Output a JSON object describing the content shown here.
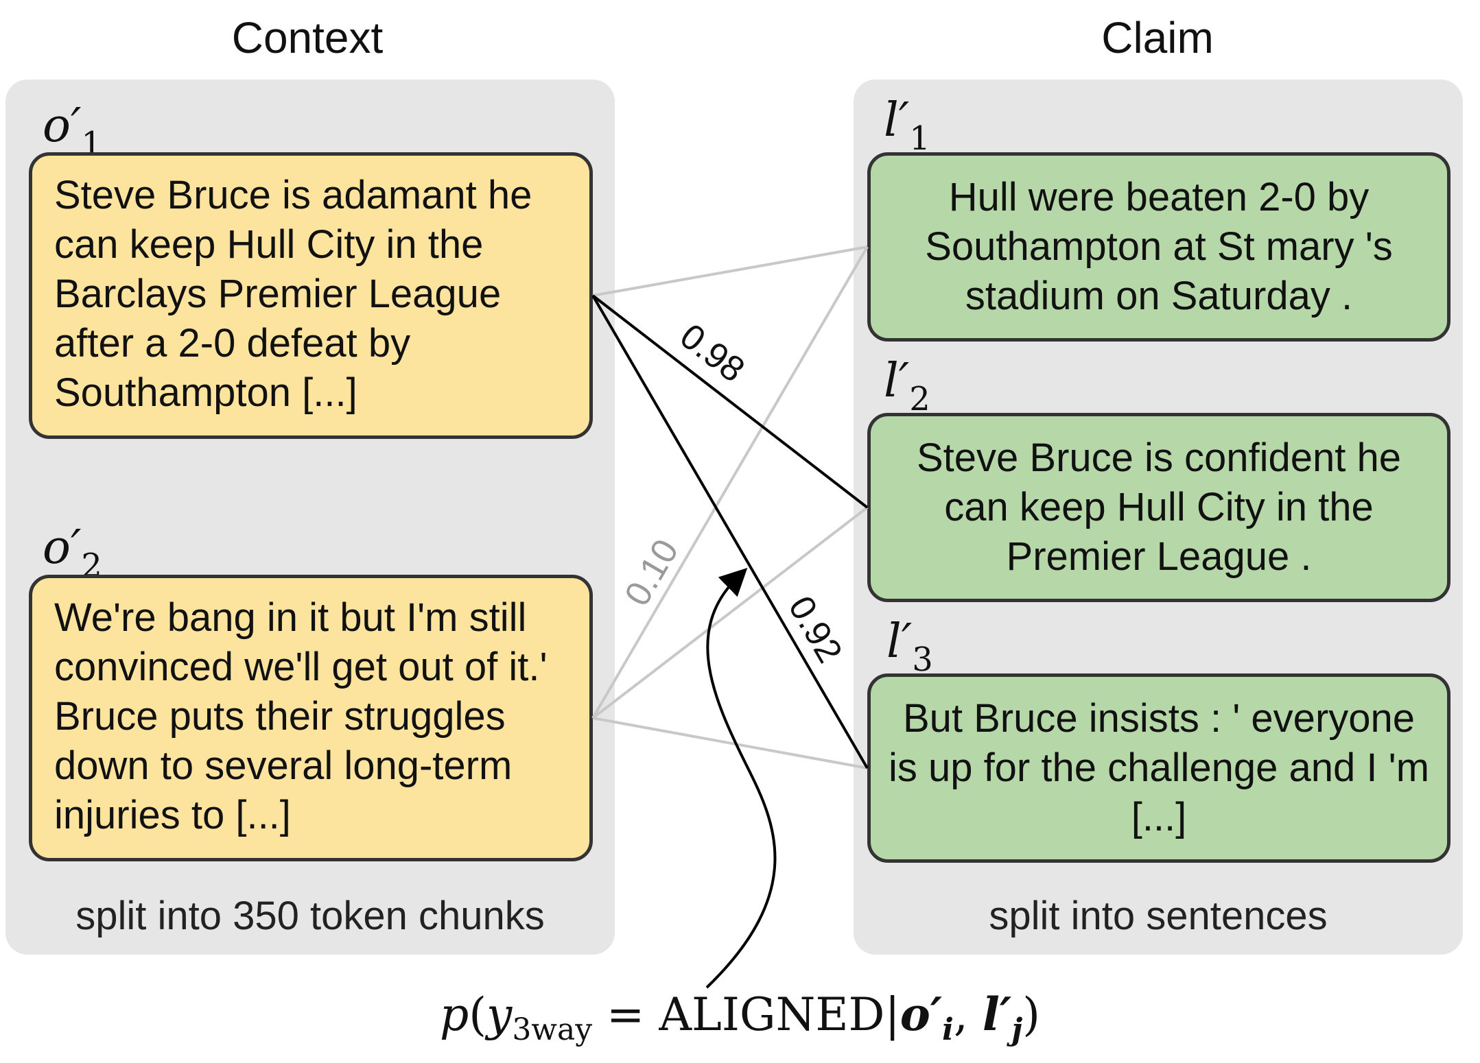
{
  "context": {
    "title": "Context",
    "footer": "split into 350 token chunks",
    "chunks": [
      {
        "label": "o′",
        "index": "1",
        "text": "Steve Bruce is adamant he can keep Hull City in the Barclays Premier League after a 2-0 defeat by Southampton [...]"
      },
      {
        "label": "o′",
        "index": "2",
        "text": "We're bang in it but I'm still convinced we'll get out of it.' Bruce puts their struggles down to several long-term injuries to [...]"
      }
    ]
  },
  "claim": {
    "title": "Claim",
    "footer": "split into sentences",
    "sentences": [
      {
        "label": "l′",
        "index": "1",
        "text": "Hull were beaten 2-0 by Southampton at St mary 's stadium on Saturday ."
      },
      {
        "label": "l′",
        "index": "2",
        "text": "Steve Bruce is confident he can keep Hull City in the Premier League ."
      },
      {
        "label": "l′",
        "index": "3",
        "text": "But Bruce insists : ' everyone is up for the challenge and I 'm [...]"
      }
    ]
  },
  "alignments": [
    {
      "from": 0,
      "to": 0,
      "score": "",
      "strength": "weak"
    },
    {
      "from": 0,
      "to": 1,
      "score": "0.98",
      "strength": "strong"
    },
    {
      "from": 0,
      "to": 2,
      "score": "0.92",
      "strength": "strong"
    },
    {
      "from": 1,
      "to": 0,
      "score": "0.10",
      "strength": "weak"
    },
    {
      "from": 1,
      "to": 1,
      "score": "",
      "strength": "weak"
    },
    {
      "from": 1,
      "to": 2,
      "score": "",
      "strength": "weak"
    }
  ],
  "formula": {
    "p": "p",
    "open": "(",
    "y": "y",
    "y_sub": "3way",
    "eq": " = ALIGNED|",
    "o": "o′",
    "o_sub": "i",
    "comma": ", ",
    "l": "l′",
    "l_sub": "j",
    "close": ")"
  },
  "colors": {
    "panel": "#e6e6e6",
    "context_box": "#fde49e",
    "claim_box": "#b6d7a8",
    "strong_line": "#000000",
    "weak_line": "#c8c8c8"
  }
}
